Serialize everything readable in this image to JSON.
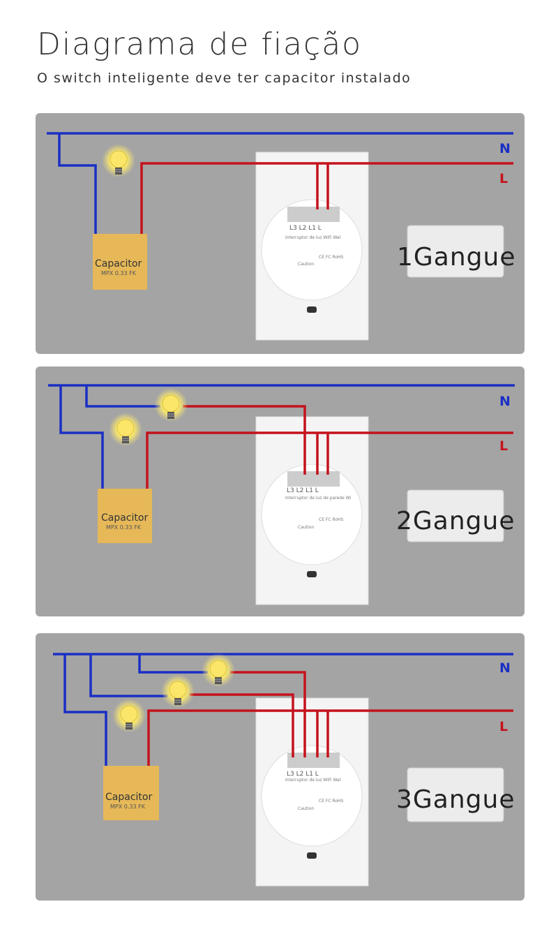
{
  "header": {
    "title": "Diagrama de fiação",
    "subtitle": "O switch inteligente deve ter capacitor instalado"
  },
  "wire_labels": {
    "neutral": "N",
    "live": "L"
  },
  "capacitor": {
    "label": "Capacitor",
    "model": "MPX 0.33 FK"
  },
  "switch": {
    "terminals": "L3 L2 L1 L",
    "caution": "Caution",
    "certs": "CE FC RoHS"
  },
  "panels": [
    {
      "gang_label": "1Gangue",
      "switch_text": "Interruptor de luz WiFi Wal"
    },
    {
      "gang_label": "2Gangue",
      "switch_text": "Interruptor de luz de parede Wi"
    },
    {
      "gang_label": "3Gangue",
      "switch_text": "Interruptor de luz WiFi Wal"
    }
  ],
  "colors": {
    "neutral": "#1a2fc4",
    "live": "#c4121c",
    "panel": "#a4a4a4",
    "capacitor": "#e6b858"
  }
}
